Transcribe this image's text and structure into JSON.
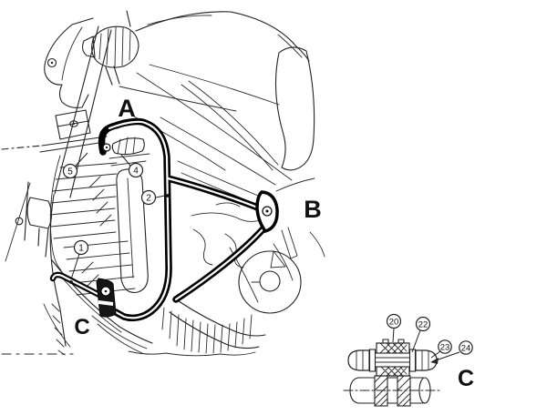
{
  "figure": {
    "type": "technical-line-drawing",
    "colors": {
      "paper": "#ffffff",
      "ink": "#222222",
      "guard_bar": "#000000"
    },
    "labels": {
      "a": "A",
      "b": "B",
      "c_main": "C",
      "c_detail": "C"
    },
    "callouts": {
      "main": [
        {
          "num": "1"
        },
        {
          "num": "2"
        },
        {
          "num": "4"
        },
        {
          "num": "5"
        }
      ],
      "detail": [
        {
          "num": "20"
        },
        {
          "num": "22"
        },
        {
          "num": "23"
        },
        {
          "num": "24"
        }
      ]
    }
  }
}
